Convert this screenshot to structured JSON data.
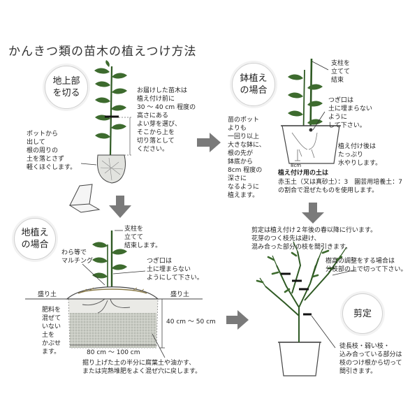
{
  "title": "かんきつ類の苗木の植えつけ方法",
  "sections": {
    "cut": {
      "label": "地上部\nを切る",
      "note_top": "お届けした苗木は\n植え付け前に\n30 ～ 40 cm 程度の\n高さにある\nよい芽を選び、\nそこから上を\n切り落として\nください。",
      "note_left": "ポットから\n出して\n根の周りの\n土を落とさず\n軽くほぐします。"
    },
    "pot": {
      "label": "鉢植え\nの場合",
      "note_stake": "支柱を\n立てて\n結束",
      "note_graft": "つぎ口は\n土に埋まらない\nように\nして下さい。",
      "note_left": "苗のポット\nよりも\n一回り以上\n大きな鉢に、\n根の先が\n鉢底から\n8cm 程度の\n深さに\nなるように\n植えます。",
      "note_water": "植え付け後は\nたっぷり\n水やりします。",
      "depth_label": "8cm",
      "soil_title": "植え付け用の土は",
      "soil_body": "赤玉土（又は真砂土）：3　園芸用培養土：7\nの割合で混ぜたものを使用します。"
    },
    "ground": {
      "label": "地植え\nの場合",
      "note_stake": "支柱を\n立てて\n結束します。",
      "note_mulch": "わら等で\nマルチング",
      "note_graft": "つぎ口は\n土に埋まらない\nようにして下さい。",
      "mound_left": "盛り土",
      "mound_right": "盛り土",
      "note_fert": "肥料を\n混ぜて\nいない\n土を\nかぶせ\nます。",
      "depth": "40 cm ～ 50 cm",
      "width": "80 cm ～ 100 cm",
      "note_bottom": "掘り上げた土の半分に腐葉土や油かす、\nまたは完熟堆肥をよく混ぜ穴に戻します。"
    },
    "prune": {
      "label": "剪定",
      "note_top": "剪定は植え付け２年後の春以降に行います。\n花芽のつく枝先は避け、\n混み合った部分の枝を間引きます。",
      "note_right": "樹高の調整をする場合は\n分枝部の上で切って下さい。",
      "note_bottom": "徒長枝・弱い枝・\n込み合っている部分は\n枝のつけ根から切って\n間引きます。"
    }
  },
  "colors": {
    "leaf": "#3d6b2e",
    "arrow": "#7a7a7a",
    "stem": "#2f5a24",
    "soil_light": "#e9e9e4",
    "soil_dark": "#bfc2bb"
  }
}
